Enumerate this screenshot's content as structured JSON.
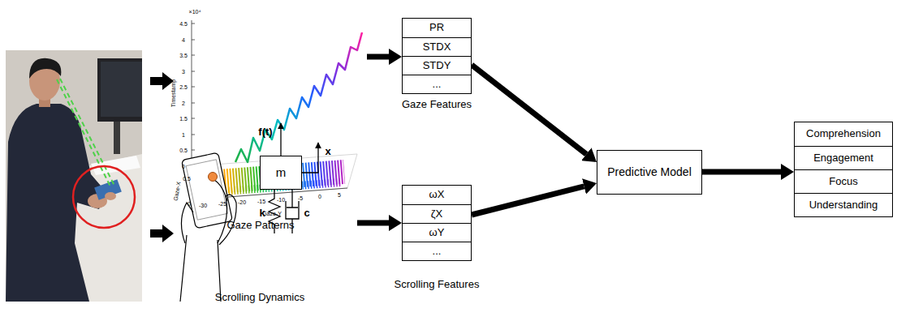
{
  "diagram": {
    "nodes": [
      {
        "text": [
          "Gaze Patterns"
        ]
      },
      {
        "text": [
          "Scrolling Dynamics"
        ]
      },
      {
        "text": [
          "m"
        ],
        "in": 1
      },
      {
        "text": [
          "PR",
          "STDX",
          "STDY",
          "...",
          "Gaze Features"
        ]
      },
      {
        "text": [
          "ωX",
          "ζX",
          "ωY",
          "...",
          "Scrolling Features"
        ]
      },
      {
        "text": [
          "Predictive Model"
        ]
      },
      {
        "text": [
          "Comprehension",
          "Engagement",
          "Focus",
          "Understanding"
        ]
      }
    ],
    "edges": [
      {
        "from": 0,
        "to": 3,
        "arrow": "to"
      },
      {
        "from": 1,
        "to": 4,
        "arrow": "to"
      },
      {
        "from": 3,
        "to": 5,
        "arrow": "to"
      },
      {
        "from": 4,
        "to": 5,
        "arrow": "to"
      },
      {
        "from": 5,
        "to": 6,
        "arrow": "to"
      }
    ],
    "labels": [
      "×10⁴",
      "4.5",
      "4",
      "3.5",
      "3",
      "2.5",
      "2",
      "1.5",
      "1",
      "0.5",
      "0",
      "Timestamp",
      "0.5",
      "0",
      "Gaze-X",
      "-30",
      "-25",
      "-20",
      "-15",
      "-10",
      "-5",
      "0",
      "5",
      "Gaze-Y",
      "f(t)",
      "x",
      "k",
      "c"
    ]
  }
}
